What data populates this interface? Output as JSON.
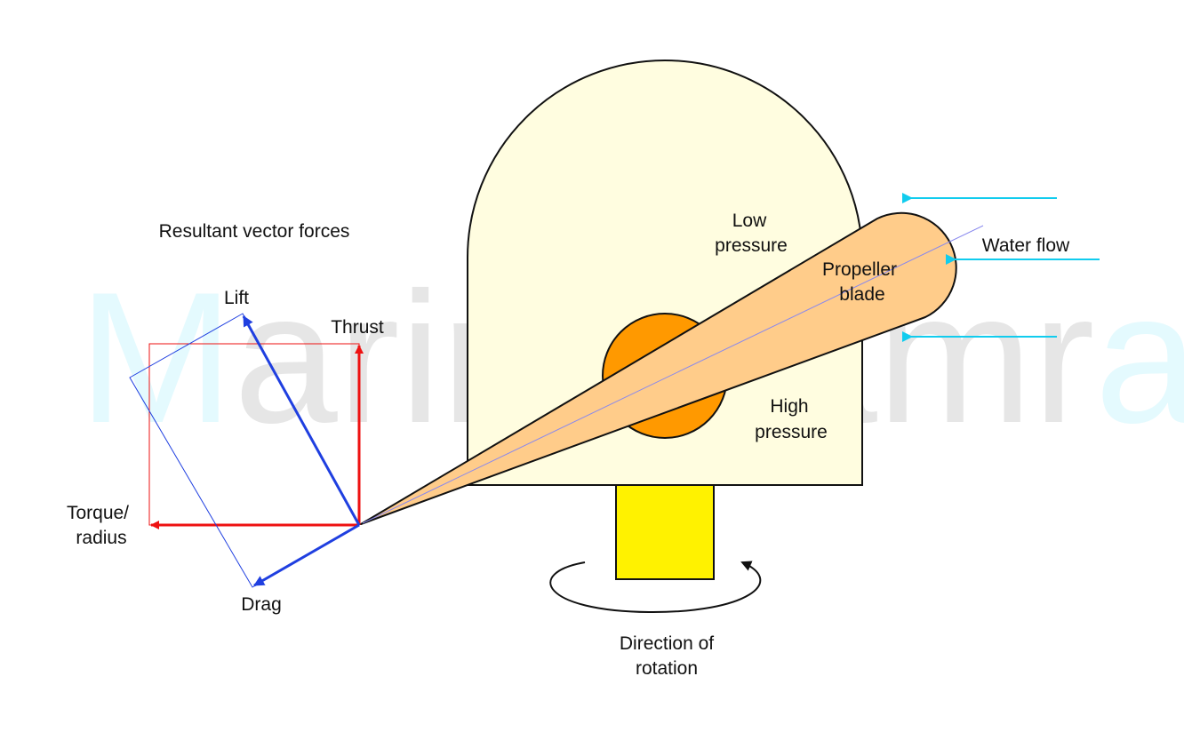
{
  "watermark": {
    "prefix": "M",
    "middle": "arineSamr",
    "suffix": "aj",
    "accent_color": "#E4FAFE",
    "body_color": "#E6E6E6"
  },
  "labels": {
    "resultant": "Resultant vector forces",
    "lift": "Lift",
    "thrust": "Thrust",
    "torque_line1": "Torque/",
    "torque_line2": "radius",
    "drag": "Drag",
    "low_pressure_line1": "Low",
    "low_pressure_line2": "pressure",
    "high_pressure_line1": "High",
    "high_pressure_line2": "pressure",
    "blade_line1": "Propeller",
    "blade_line2": "blade",
    "water_flow": "Water flow",
    "rotation_line1": "Direction of",
    "rotation_line2": "rotation"
  },
  "colors": {
    "hull_fill": "#FFFDE0",
    "blade_fill": "#FFCC8A",
    "hub_fill": "#FF9900",
    "shaft_fill": "#FFF200",
    "thrust_torque": "#EE1111",
    "lift_drag": "#1F3FE0",
    "water_flow": "#11CCEE",
    "blade_axis": "#8888EE"
  }
}
